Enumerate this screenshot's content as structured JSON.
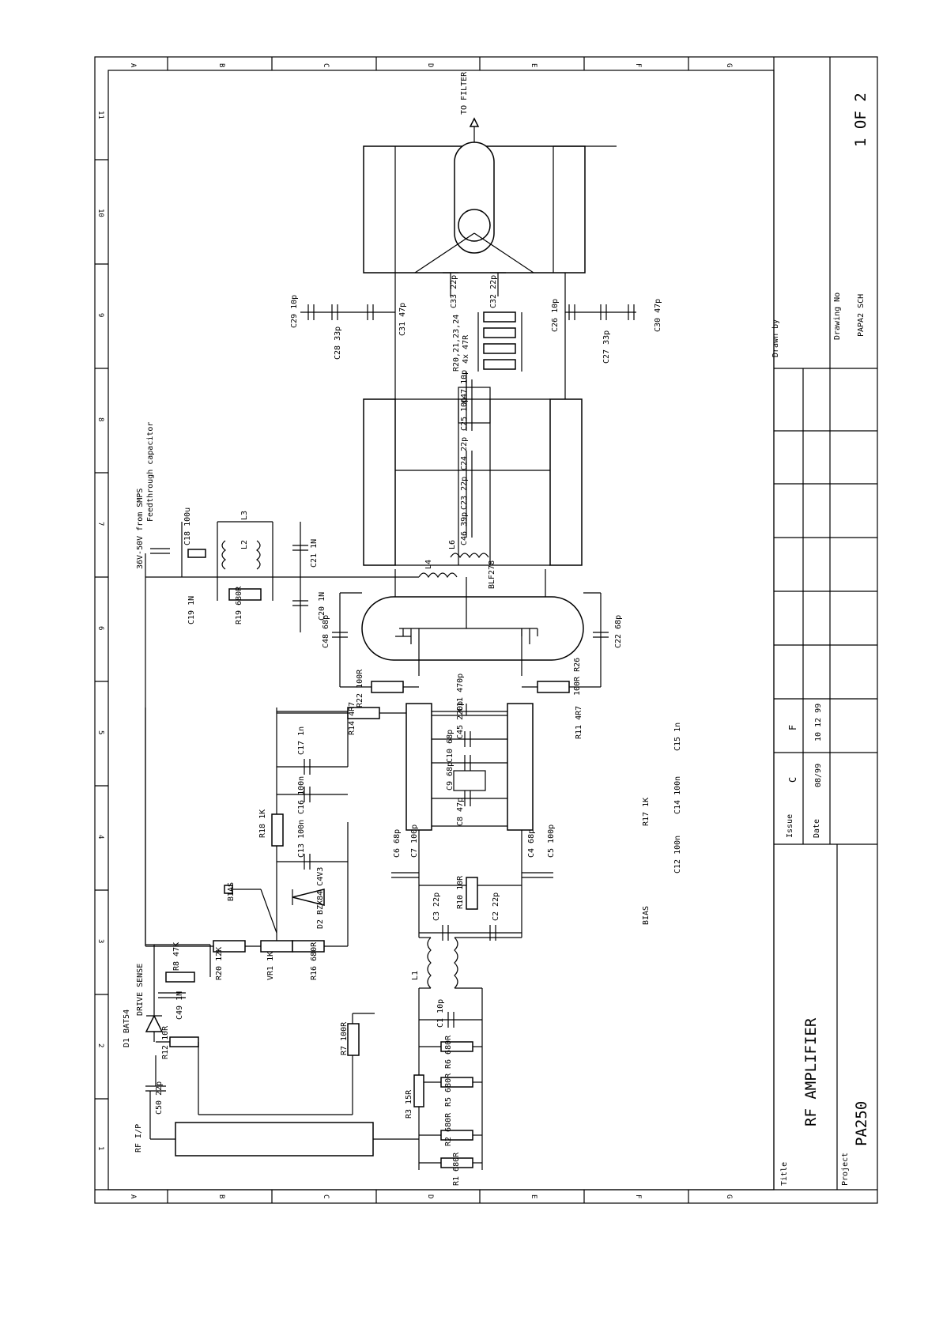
{
  "zone_letters": [
    "A",
    "B",
    "C",
    "D",
    "E",
    "F",
    "G"
  ],
  "zone_numbers": [
    "1",
    "2",
    "3",
    "4",
    "5",
    "6",
    "7",
    "8",
    "9",
    "10",
    "11"
  ],
  "net_labels": {
    "rf_in": "RF I/P",
    "supply": "36V-50V from SMPS",
    "feedthrough": "Feedthrough capacitor",
    "to_filter": "TO FILTER",
    "drive_sense": "DRIVE SENSE",
    "bias_a": "BIAS",
    "bias_b": "BIAS"
  },
  "components": {
    "c50": "C50 22p",
    "r12": "R12 10R",
    "d1": "D1 BAT54",
    "r8": "R8 47K",
    "c49": "C49 1N",
    "r7": "R7 100R",
    "r20": "R20 12K",
    "vr1": "VR1 1K",
    "r16": "R16 680R",
    "d2": "D2 BZX84 C4V3",
    "r18": "R18 1K",
    "c13": "C13 100n",
    "c16": "C16 100n",
    "c17": "C17 1n",
    "r14": "R14 4R7",
    "r22": "R22 100R",
    "c48": "C48 68p",
    "c19": "C19 1N",
    "c18": "C18 100u",
    "r19": "R19 680R",
    "l2": "L2",
    "l3": "L3",
    "c20": "C20 1N",
    "c21": "C21 1N",
    "r1": "R1 680R",
    "r2": "R2 680R",
    "r3": "R3 15R",
    "r5": "R5 680R",
    "r6": "R6 680R",
    "c1": "C1 10p",
    "l1": "L1",
    "c3": "C3 22p",
    "r10": "R10 10R",
    "c2": "C2 22p",
    "c6": "C6 68p",
    "c7": "C7 100p",
    "c4": "C4 68p",
    "c5": "C5 100p",
    "c8": "C8 47p",
    "c9": "C9 68p",
    "c10": "C10 68p",
    "c45": "C45 220p",
    "c11": "C11 470p",
    "l4": "L4",
    "l6": "L6",
    "blf": "BLF278",
    "r26": "100R R26",
    "c22": "C22 68p",
    "r11": "R11 4R7",
    "c15": "C15 1n",
    "c14": "C14 100n",
    "c12": "C12 100n",
    "r17": "R17 1K",
    "c46": "C46 39p",
    "c23": "C23 22p",
    "c24": "C24 22p",
    "c25": "C25 10p",
    "c47": "C47 10p",
    "r_load": "R20,21,23,24",
    "r_load_val": "4x 47R",
    "c29": "C29 10p",
    "c28": "C28 33p",
    "c31": "C31 47p",
    "c33": "C33 22p",
    "c32": "C32 22p",
    "c26": "C26 10p",
    "c27": "C27 33p",
    "c30": "C30 47p"
  },
  "title_block": {
    "title_label": "Title",
    "title": "RF AMPLIFIER",
    "project_label": "Project",
    "project": "PA250",
    "drawn_by_label": "Drawn by",
    "drawing_no_label": "Drawing No",
    "drawing_no": "PAPA2 SCH",
    "sheet": "1 OF 2",
    "issue_label": "Issue",
    "date_label": "Date",
    "issues": [
      "C",
      "F"
    ],
    "dates": [
      "08/99",
      "10 12 99"
    ]
  }
}
